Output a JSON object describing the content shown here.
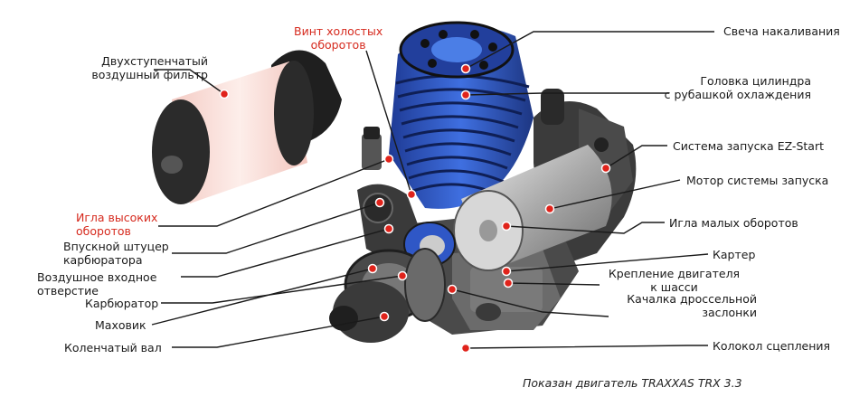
{
  "labels": {
    "air_filter": [
      "Двухступенчатый",
      "воздушный фильтр"
    ],
    "idle_screw": [
      "Винт холостых",
      "оборотов"
    ],
    "glow_plug": [
      "Свеча накаливания"
    ],
    "cylinder_head": [
      "Головка цилиндра",
      "с рубашкой охлаждения"
    ],
    "ez_start": [
      "Система запуска EZ-Start"
    ],
    "starter_motor": [
      "Мотор системы запуска"
    ],
    "low_speed_needle": [
      "Игла малых оборотов"
    ],
    "crankcase": [
      "Картер"
    ],
    "engine_mount": [
      "Крепление двигателя",
      "к шасси"
    ],
    "throttle_arm": [
      "Качалка дроссельной",
      "заслонки"
    ],
    "clutch_bell": [
      "Колокол сцепления"
    ],
    "high_speed_needle": [
      "Игла высоких",
      "оборотов"
    ],
    "intake_nipple": [
      "Впускной штуцер",
      "карбюратора"
    ],
    "air_intake": [
      "Воздушное входное",
      "отверстие"
    ],
    "carburetor": [
      "Карбюратор"
    ],
    "flywheel": [
      "Маховик"
    ],
    "crankshaft": [
      "Коленчатый вал"
    ]
  },
  "caption": "Показан двигатель TRAXXAS TRX 3.3",
  "colors": {
    "leader": "#1a1a1a",
    "marker": "#e0231b",
    "highlight_label": "#d62a1e",
    "cylinder_blue": "#2a4fb8",
    "metal_dark": "#3b3b3b",
    "filter_pink": "#f8dcd6"
  }
}
